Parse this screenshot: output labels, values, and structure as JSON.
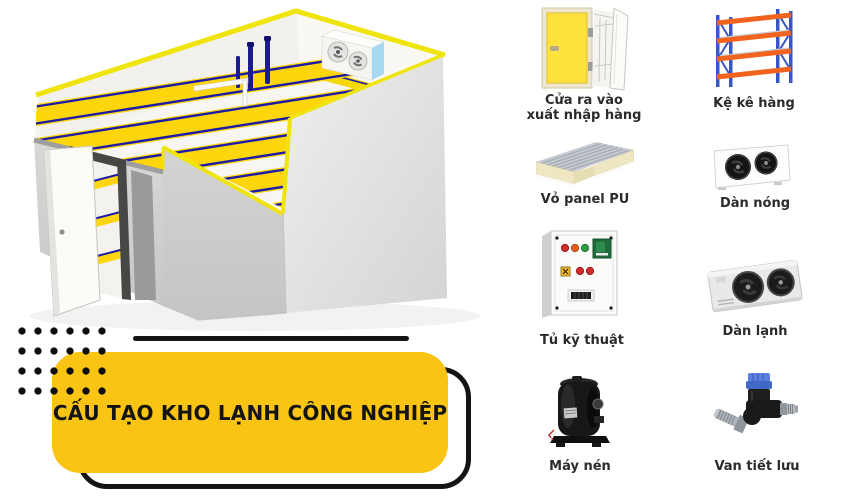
{
  "banner": {
    "title": "CẤU TẠO KHO LẠNH CÔNG NGHIỆP",
    "bg_color": "#F9C413",
    "outline_color": "#141414",
    "text_color": "#141414"
  },
  "diagram": {
    "colors": {
      "panel_rim_yellow": "#EFE40B",
      "shelf_yellow": "#FFD60B",
      "pipe_blue": "#1B1BA8",
      "wall_gray": "#D9D9D7",
      "cooler_side_blue": "#A9D9F2",
      "rack_orange": "#F2641E",
      "rack_blue": "#3A55C5",
      "door_yellow": "#FFE23C"
    }
  },
  "components": [
    {
      "id": "entry-door",
      "label_line1": "Cửa ra vào",
      "label_line2": "xuất nhập hàng"
    },
    {
      "id": "pallet-rack",
      "label": "Kệ kê hàng"
    },
    {
      "id": "pu-panel",
      "label": "Vỏ panel PU"
    },
    {
      "id": "condenser",
      "label": "Dàn nóng"
    },
    {
      "id": "control-cabinet",
      "label": "Tủ kỹ thuật"
    },
    {
      "id": "evaporator",
      "label": "Dàn lạnh"
    },
    {
      "id": "compressor",
      "label": "Máy nén"
    },
    {
      "id": "expansion-valve",
      "label": "Van tiết lưu"
    }
  ]
}
